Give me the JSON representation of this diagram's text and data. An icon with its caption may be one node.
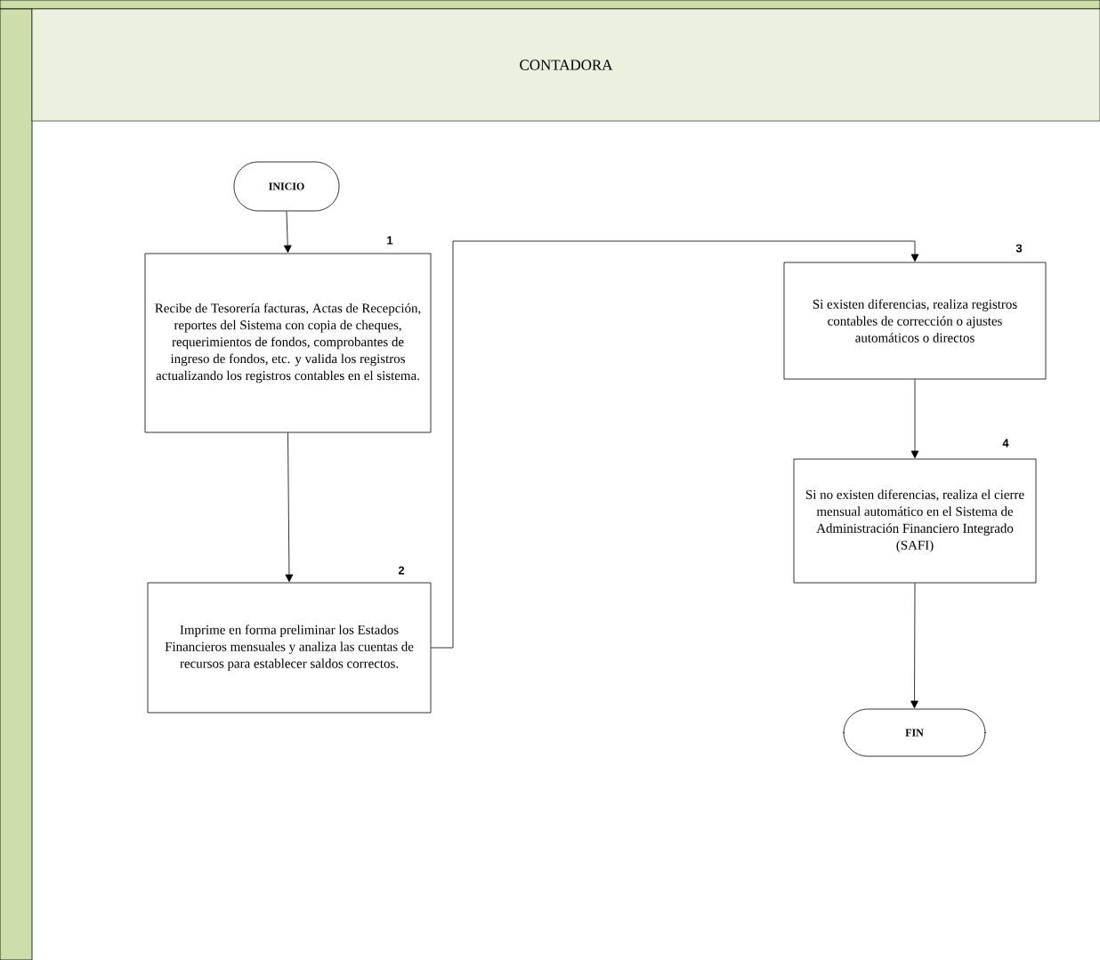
{
  "diagram": {
    "nodes": [
      {
        "text": [
          "CONTADORA"
        ]
      },
      {
        "text": [
          "INICIO"
        ]
      },
      {
        "text": [
          "Recibe de Tesorería facturas, Actas de Recepción, reportes del Sistema con copia de cheques,  requerimientos de fondos, comprobantes de ingreso de fondos, etc. y  valida los registros actualizando los registros contables en el sistema."
        ],
        "beside": [
          "1"
        ]
      },
      {
        "text": [
          "Imprime en forma preliminar los Estados Financieros mensuales y analiza las cuentas de recursos para establecer saldos correctos."
        ],
        "beside": [
          "2"
        ]
      },
      {
        "text": [
          "Si existen diferencias,  realiza registros contables de corrección o ajustes automáticos o directos"
        ],
        "beside": [
          "3"
        ]
      },
      {
        "text": [
          "Si no existen diferencias, realiza el cierre mensual automático en el Sistema de Administración Financiero Integrado (SAFI)"
        ],
        "beside": [
          "4"
        ]
      },
      {
        "text": [
          "FIN"
        ]
      }
    ],
    "edges": [
      {
        "from": 1,
        "to": 2,
        "arrow": "to"
      },
      {
        "from": 2,
        "to": 3,
        "arrow": "to"
      },
      {
        "from": 3,
        "to": 4,
        "arrow": "to"
      },
      {
        "from": 4,
        "to": 5,
        "arrow": "to"
      },
      {
        "from": 5,
        "to": 6,
        "arrow": "to"
      }
    ]
  }
}
